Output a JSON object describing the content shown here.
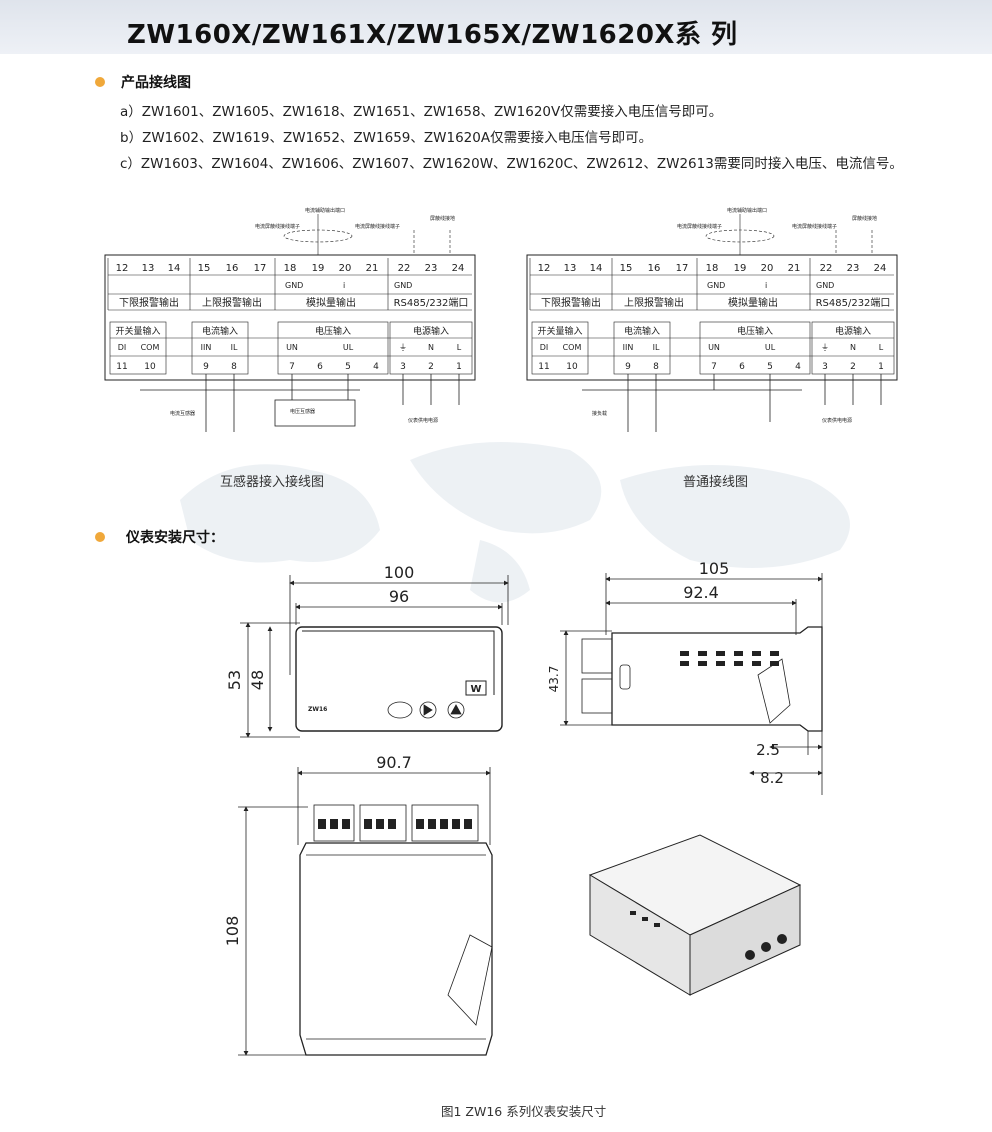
{
  "page": {
    "title": "ZW160X/ZW161X/ZW165X/ZW1620X系 列",
    "section_wiring": {
      "title": "产品接线图",
      "items": [
        "a）ZW1601、ZW1605、ZW1618、ZW1651、ZW1658、ZW1620V仅需要接入电压信号即可。",
        "b）ZW1602、ZW1619、ZW1652、ZW1659、ZW1620A仅需要接入电压信号即可。",
        "c）ZW1603、ZW1604、ZW1606、ZW1607、ZW1620W、ZW1620C、ZW2612、ZW2613需要同时接入电压、电流信号。"
      ]
    },
    "section_dimensions": {
      "title": "仪表安装尺寸："
    },
    "diagram_left": {
      "caption": "互感器接入接线图",
      "ct_label": "电流互感器",
      "pt_label": "电压互感器"
    },
    "diagram_right": {
      "caption": "普通接线图"
    },
    "terminal_block": {
      "top_numbers": [
        "12",
        "13",
        "14",
        "15",
        "16",
        "17",
        "18",
        "19",
        "20",
        "21",
        "22",
        "23",
        "24"
      ],
      "top_groups": [
        "下限报警输出",
        "上限报警输出",
        "模拟量输出",
        "RS485/232端口"
      ],
      "gnd": "GND",
      "i": "i",
      "gnd2": "GND",
      "top_annot_1": "电流辅助输出端口",
      "top_annot_2": "电流屏蔽线",
      "top_annot_3": "电流屏蔽线接线端子",
      "top_annot_4": "屏蔽线接地",
      "bottom_groups": [
        "开关量输入",
        "电流输入",
        "电压输入",
        "电源输入"
      ],
      "bottom_labels": [
        "DI",
        "COM",
        "IIN",
        "IL",
        "UN",
        "UL",
        "⏚",
        "N",
        "L"
      ],
      "bottom_numbers": [
        "11",
        "10",
        "9",
        "8",
        "7",
        "6",
        "5",
        "4",
        "3",
        "2",
        "1"
      ],
      "power_annot": "仪表供电电源",
      "load_annot": "接负载"
    },
    "dimensions": {
      "front_width_outer": "100",
      "front_width_inner": "96",
      "front_height_outer": "53",
      "front_height_inner": "48",
      "side_depth_outer": "105",
      "side_depth_inner": "92.4",
      "side_height": "43.7",
      "side_bezel": "2.5",
      "side_bezel_total": "8.2",
      "top_width": "90.7",
      "top_depth": "108",
      "panel_model": "ZW16",
      "panel_brand": "W"
    },
    "figure_caption": "图1   ZW16 系列仪表安装尺寸"
  },
  "colors": {
    "accent_bullet": "#f0a83a",
    "header_band": "#dfe4ec",
    "ink": "#222222"
  }
}
